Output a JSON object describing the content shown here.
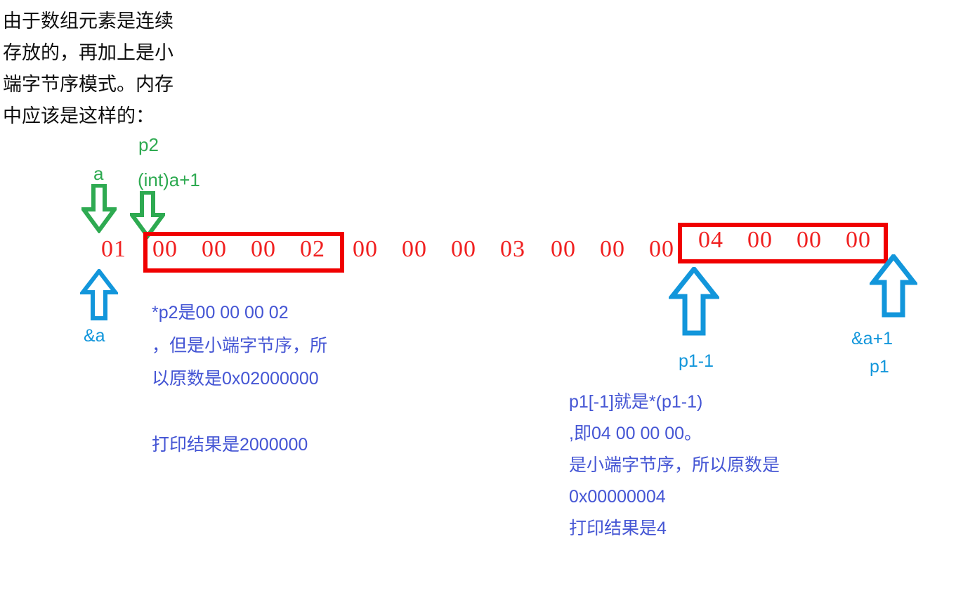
{
  "note": {
    "lines": [
      "由于数组元素是连续",
      "存放的，再加上是小",
      "端字节序模式。内存",
      "中应该是这样的："
    ],
    "text": "由于数组元素是连续\n存放的，再加上是小\n端字节序模式。内存\n中应该是这样的："
  },
  "colors": {
    "green": "#2eaa51",
    "cyan": "#1296db",
    "red": "#f02020",
    "purple_blue": "#4455d4",
    "black": "#0d0d0d",
    "background": "#ffffff"
  },
  "green_labels": {
    "p2": "p2",
    "a": "a",
    "int_a_plus_1": "(int)a+1"
  },
  "cyan_labels": {
    "amp_a": "&a",
    "p1_minus_1": "p1-1",
    "amp_a_plus_1": "&a+1",
    "p1": "p1"
  },
  "memory": {
    "bytes": [
      "01",
      "00",
      "00",
      "00",
      "02",
      "00",
      "00",
      "00",
      "03",
      "00",
      "00",
      "00",
      "04",
      "00",
      "00",
      "00"
    ],
    "highlight_left": [
      "00",
      "00",
      "00",
      "02"
    ],
    "highlight_right": [
      "04",
      "00",
      "00",
      "00"
    ]
  },
  "left_explanation": {
    "line1": "*p2是00 00 00 02",
    "line2": "，但是小端字节序，所",
    "line3": "以原数是0x02000000",
    "line4": "",
    "line5": "打印结果是2000000",
    "text": "*p2是00 00 00 02\n，但是小端字节序，所\n以原数是0x02000000\n\n打印结果是2000000"
  },
  "right_explanation": {
    "line1": "p1[-1]就是*(p1-1)",
    "line2": ",即04 00 00 00。",
    "line3": "是小端字节序，所以原数是",
    "line4": "0x00000004",
    "line5": "打印结果是4",
    "text": "p1[-1]就是*(p1-1)\n,即04 00 00 00。\n是小端字节序，所以原数是\n0x00000004\n打印结果是4"
  },
  "arrows": {
    "a_down": "down-arrow-icon",
    "int_a_plus_1_down": "down-arrow-icon",
    "amp_a_up": "up-arrow-icon",
    "p1_minus_1_up": "up-arrow-icon",
    "amp_a_plus_1_up": "up-arrow-icon"
  }
}
